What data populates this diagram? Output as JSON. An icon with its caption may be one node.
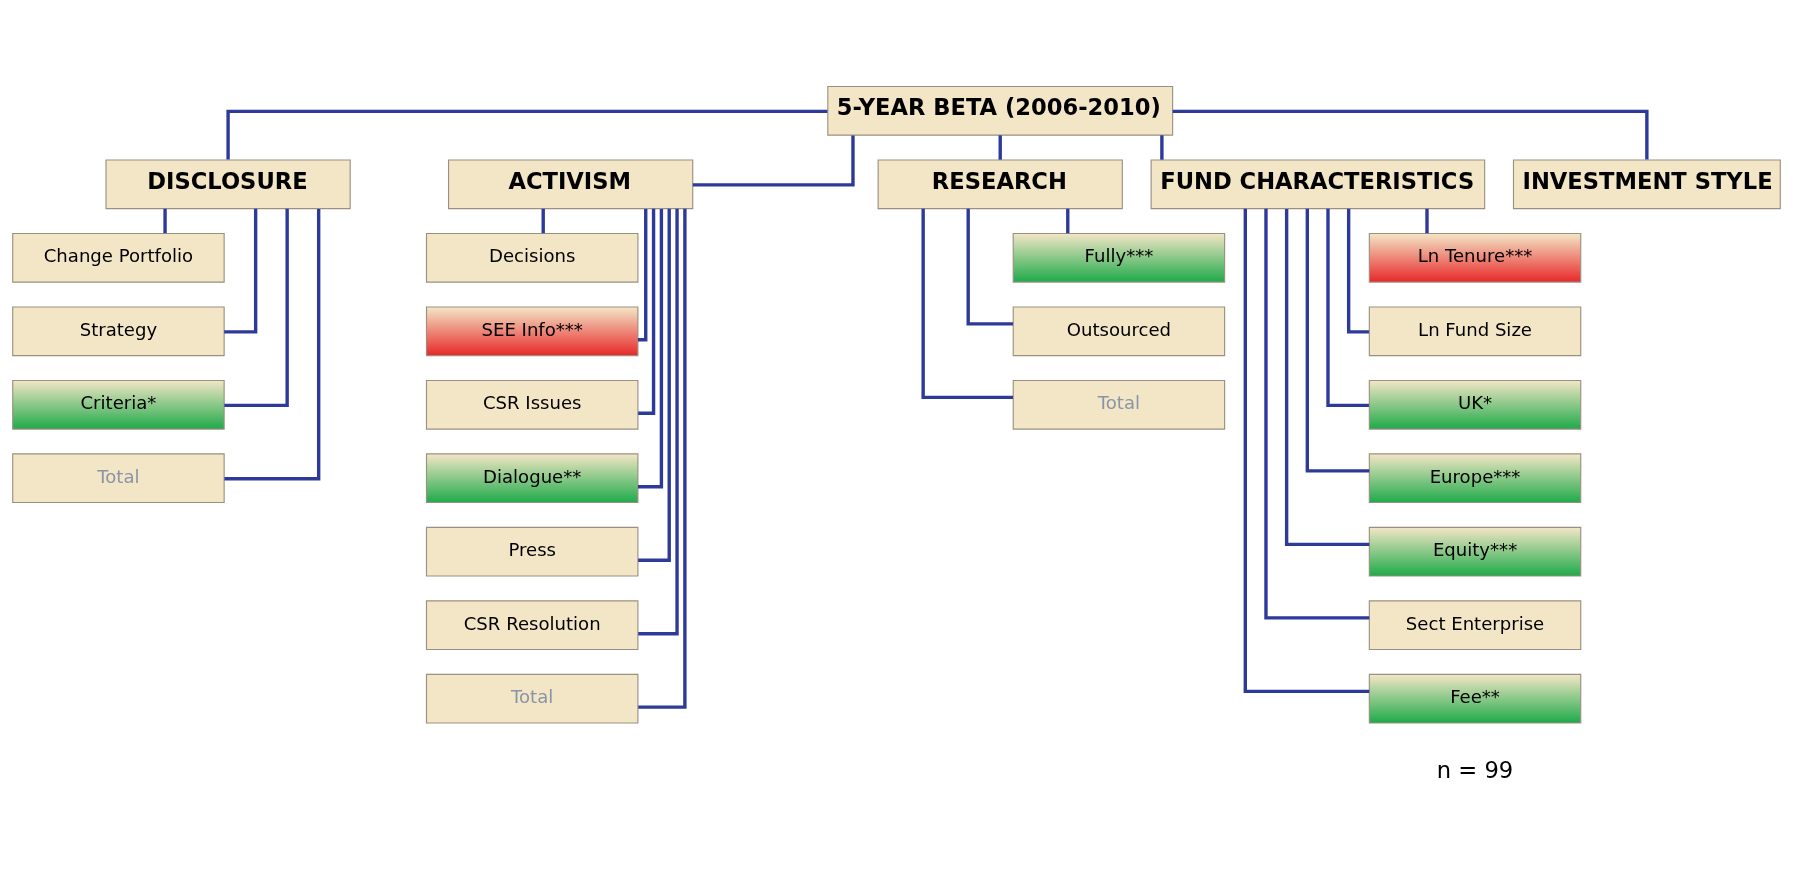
{
  "diagram": {
    "nodes": [
      {
        "text": [
          "5-YEAR BETA (2006-2010)"
        ]
      },
      {
        "text": [
          "DISCLOSURE"
        ]
      },
      {
        "text": [
          "ACTIVISM"
        ]
      },
      {
        "text": [
          "RESEARCH"
        ]
      },
      {
        "text": [
          "FUND CHARACTERISTICS"
        ]
      },
      {
        "text": [
          "INVESTMENT STYLE"
        ]
      },
      {
        "text": [
          "Change Portfolio"
        ]
      },
      {
        "text": [
          "Strategy"
        ]
      },
      {
        "text": [
          "Criteria*"
        ]
      },
      {
        "text": [
          "Total"
        ]
      },
      {
        "text": [
          "Decisions"
        ]
      },
      {
        "text": [
          "SEE Info***"
        ]
      },
      {
        "text": [
          "CSR Issues"
        ]
      },
      {
        "text": [
          "Dialogue**"
        ]
      },
      {
        "text": [
          "Press"
        ]
      },
      {
        "text": [
          "CSR Resolution"
        ]
      },
      {
        "text": [
          "Total"
        ]
      },
      {
        "text": [
          "Fully***"
        ]
      },
      {
        "text": [
          "Outsourced"
        ]
      },
      {
        "text": [
          "Total"
        ]
      },
      {
        "text": [
          "Ln Tenure***"
        ]
      },
      {
        "text": [
          "Ln Fund Size"
        ]
      },
      {
        "text": [
          "UK*"
        ]
      },
      {
        "text": [
          "Europe***"
        ]
      },
      {
        "text": [
          "Equity***"
        ]
      },
      {
        "text": [
          "Sect Enterprise"
        ]
      },
      {
        "text": [
          "Fee**"
        ]
      }
    ],
    "edges": [
      {
        "from": 0,
        "to": 1,
        "arrow": "none"
      },
      {
        "from": 0,
        "to": 2,
        "arrow": "none"
      },
      {
        "from": 0,
        "to": 3,
        "arrow": "none"
      },
      {
        "from": 0,
        "to": 4,
        "arrow": "none"
      },
      {
        "from": 0,
        "to": 5,
        "arrow": "none"
      },
      {
        "from": 1,
        "to": 6,
        "arrow": "none"
      },
      {
        "from": 1,
        "to": 7,
        "arrow": "none"
      },
      {
        "from": 1,
        "to": 8,
        "arrow": "none"
      },
      {
        "from": 1,
        "to": 9,
        "arrow": "none"
      },
      {
        "from": 2,
        "to": 10,
        "arrow": "none"
      },
      {
        "from": 2,
        "to": 11,
        "arrow": "none"
      },
      {
        "from": 2,
        "to": 12,
        "arrow": "none"
      },
      {
        "from": 2,
        "to": 13,
        "arrow": "none"
      },
      {
        "from": 2,
        "to": 14,
        "arrow": "none"
      },
      {
        "from": 2,
        "to": 15,
        "arrow": "none"
      },
      {
        "from": 2,
        "to": 16,
        "arrow": "none"
      },
      {
        "from": 3,
        "to": 17,
        "arrow": "none"
      },
      {
        "from": 3,
        "to": 18,
        "arrow": "none"
      },
      {
        "from": 3,
        "to": 19,
        "arrow": "none"
      },
      {
        "from": 4,
        "to": 20,
        "arrow": "none"
      },
      {
        "from": 4,
        "to": 21,
        "arrow": "none"
      },
      {
        "from": 4,
        "to": 22,
        "arrow": "none"
      },
      {
        "from": 4,
        "to": 23,
        "arrow": "none"
      },
      {
        "from": 4,
        "to": 24,
        "arrow": "none"
      },
      {
        "from": 4,
        "to": 25,
        "arrow": "none"
      },
      {
        "from": 4,
        "to": 26,
        "arrow": "none"
      }
    ],
    "labels": [
      "n = 99"
    ]
  }
}
